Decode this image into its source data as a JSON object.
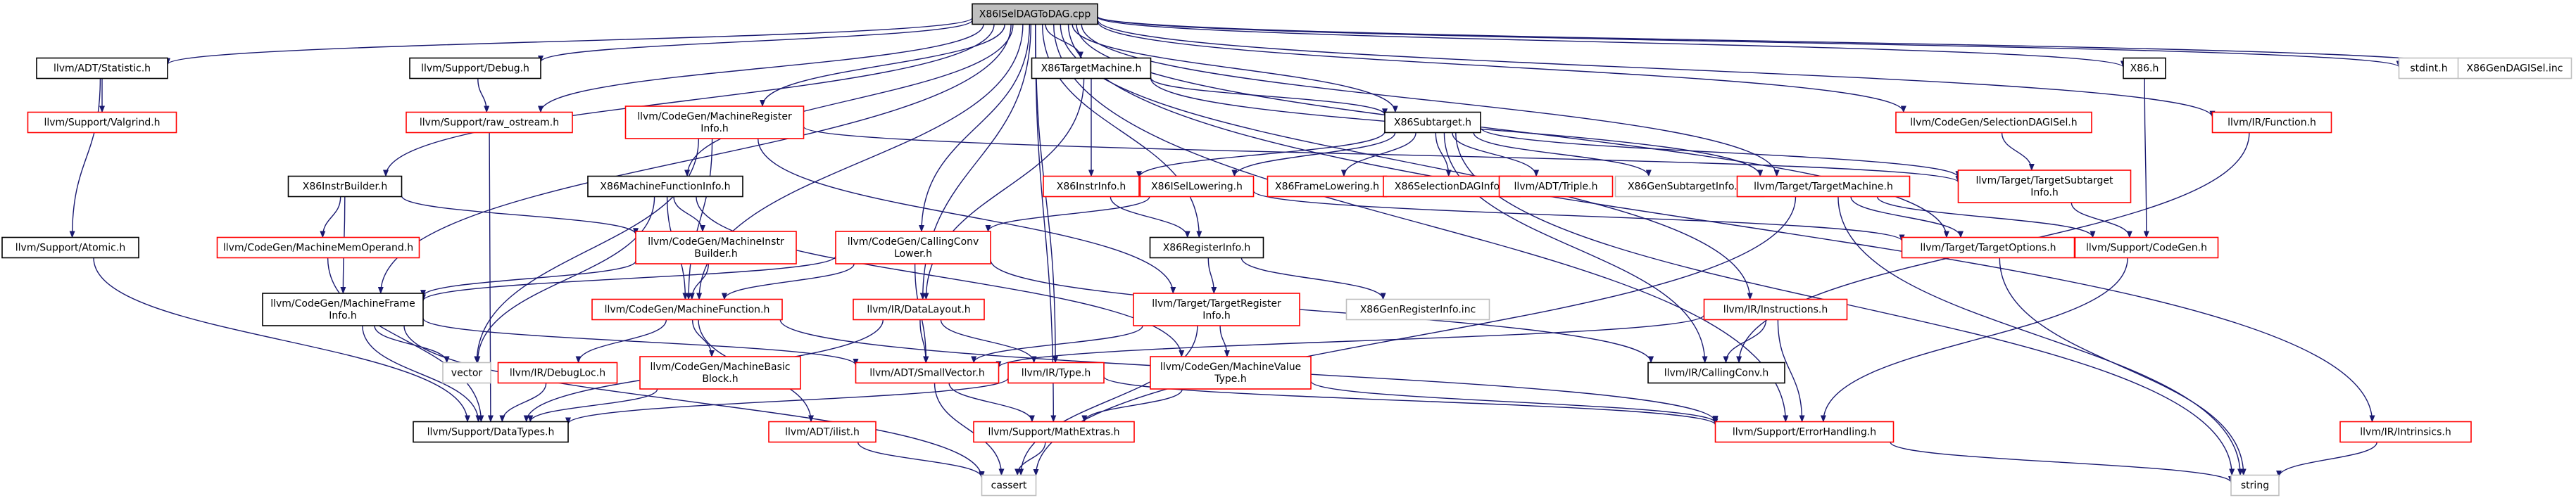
{
  "colors": {
    "root_fill": "#bfbfbf",
    "node_black": "#000000",
    "node_red": "#ff0000",
    "node_gray": "#bfbfbf",
    "edge": "#191970",
    "text": "#000000"
  },
  "nodes": [
    {
      "id": "n0",
      "lines": [
        "X86ISelDAGToDAG.cpp"
      ],
      "style": "root"
    },
    {
      "id": "n1",
      "lines": [
        "llvm/ADT/Statistic.h"
      ],
      "style": "black"
    },
    {
      "id": "n2",
      "lines": [
        "llvm/Support/Valgrind.h"
      ],
      "style": "red"
    },
    {
      "id": "n3",
      "lines": [
        "llvm/Support/Atomic.h"
      ],
      "style": "black"
    },
    {
      "id": "n4",
      "lines": [
        "llvm/Support/DataTypes.h"
      ],
      "style": "black"
    },
    {
      "id": "n5",
      "lines": [
        "llvm/Support/Debug.h"
      ],
      "style": "black"
    },
    {
      "id": "n6",
      "lines": [
        "llvm/Support/raw_ostream.h"
      ],
      "style": "red"
    },
    {
      "id": "n7",
      "lines": [
        "llvm/CodeGen/MachineRegister",
        "Info.h"
      ],
      "style": "red"
    },
    {
      "id": "n8",
      "lines": [
        "X86InstrBuilder.h"
      ],
      "style": "black"
    },
    {
      "id": "n9",
      "lines": [
        "llvm/CodeGen/MachineMemOperand.h"
      ],
      "style": "red"
    },
    {
      "id": "n10",
      "lines": [
        "X86MachineFunctionInfo.h"
      ],
      "style": "black"
    },
    {
      "id": "n11",
      "lines": [
        "llvm/CodeGen/MachineInstr",
        "Builder.h"
      ],
      "style": "red"
    },
    {
      "id": "n12",
      "lines": [
        "llvm/CodeGen/MachineFrame",
        "Info.h"
      ],
      "style": "black"
    },
    {
      "id": "n13",
      "lines": [
        "llvm/CodeGen/MachineFunction.h"
      ],
      "style": "red"
    },
    {
      "id": "n14",
      "lines": [
        "vector"
      ],
      "style": "gray"
    },
    {
      "id": "n15",
      "lines": [
        "llvm/IR/DebugLoc.h"
      ],
      "style": "red"
    },
    {
      "id": "n16",
      "lines": [
        "llvm/CodeGen/MachineBasic",
        "Block.h"
      ],
      "style": "red"
    },
    {
      "id": "n17",
      "lines": [
        "llvm/ADT/ilist.h"
      ],
      "style": "red"
    },
    {
      "id": "n18",
      "lines": [
        "cassert"
      ],
      "style": "gray"
    },
    {
      "id": "n19",
      "lines": [
        "X86TargetMachine.h"
      ],
      "style": "black"
    },
    {
      "id": "n20",
      "lines": [
        "X86Subtarget.h"
      ],
      "style": "black"
    },
    {
      "id": "n21",
      "lines": [
        "X86InstrInfo.h"
      ],
      "style": "red"
    },
    {
      "id": "n22",
      "lines": [
        "X86ISelLowering.h"
      ],
      "style": "red"
    },
    {
      "id": "n23",
      "lines": [
        "X86FrameLowering.h"
      ],
      "style": "red"
    },
    {
      "id": "n24",
      "lines": [
        "X86SelectionDAGInfo.h"
      ],
      "style": "red"
    },
    {
      "id": "n25",
      "lines": [
        "llvm/ADT/Triple.h"
      ],
      "style": "red"
    },
    {
      "id": "n26",
      "lines": [
        "X86GenSubtargetInfo.inc"
      ],
      "style": "gray"
    },
    {
      "id": "n27",
      "lines": [
        "llvm/CodeGen/CallingConv",
        "Lower.h"
      ],
      "style": "red"
    },
    {
      "id": "n28",
      "lines": [
        "X86RegisterInfo.h"
      ],
      "style": "black"
    },
    {
      "id": "n29",
      "lines": [
        "X86GenRegisterInfo.inc"
      ],
      "style": "gray"
    },
    {
      "id": "n30",
      "lines": [
        "llvm/Target/TargetRegister",
        "Info.h"
      ],
      "style": "red"
    },
    {
      "id": "n31",
      "lines": [
        "llvm/IR/DataLayout.h"
      ],
      "style": "red"
    },
    {
      "id": "n32",
      "lines": [
        "llvm/ADT/SmallVector.h"
      ],
      "style": "red"
    },
    {
      "id": "n33",
      "lines": [
        "llvm/IR/Type.h"
      ],
      "style": "red"
    },
    {
      "id": "n34",
      "lines": [
        "llvm/CodeGen/MachineValue",
        "Type.h"
      ],
      "style": "red"
    },
    {
      "id": "n35",
      "lines": [
        "llvm/Support/MathExtras.h"
      ],
      "style": "red"
    },
    {
      "id": "n36",
      "lines": [
        "llvm/Target/TargetMachine.h"
      ],
      "style": "red"
    },
    {
      "id": "n37",
      "lines": [
        "llvm/Target/TargetSubtarget",
        "Info.h"
      ],
      "style": "red"
    },
    {
      "id": "n38",
      "lines": [
        "llvm/Target/TargetOptions.h"
      ],
      "style": "red"
    },
    {
      "id": "n39",
      "lines": [
        "llvm/Support/CodeGen.h"
      ],
      "style": "red"
    },
    {
      "id": "n40",
      "lines": [
        "llvm/CodeGen/SelectionDAGISel.h"
      ],
      "style": "red"
    },
    {
      "id": "n41",
      "lines": [
        "X86.h"
      ],
      "style": "black"
    },
    {
      "id": "n42",
      "lines": [
        "llvm/IR/Function.h"
      ],
      "style": "red"
    },
    {
      "id": "n43",
      "lines": [
        "llvm/IR/Instructions.h"
      ],
      "style": "red"
    },
    {
      "id": "n44",
      "lines": [
        "llvm/IR/CallingConv.h"
      ],
      "style": "black"
    },
    {
      "id": "n45",
      "lines": [
        "llvm/Support/ErrorHandling.h"
      ],
      "style": "red"
    },
    {
      "id": "n46",
      "lines": [
        "llvm/IR/Intrinsics.h"
      ],
      "style": "red"
    },
    {
      "id": "n47",
      "lines": [
        "string"
      ],
      "style": "gray"
    },
    {
      "id": "n48",
      "lines": [
        "stdint.h"
      ],
      "style": "gray"
    },
    {
      "id": "n49",
      "lines": [
        "X86GenDAGISel.inc"
      ],
      "style": "gray"
    }
  ],
  "edges": [
    [
      "n0",
      "n1"
    ],
    [
      "n0",
      "n5"
    ],
    [
      "n0",
      "n6"
    ],
    [
      "n0",
      "n7"
    ],
    [
      "n0",
      "n8"
    ],
    [
      "n0",
      "n10"
    ],
    [
      "n0",
      "n12"
    ],
    [
      "n0",
      "n13"
    ],
    [
      "n0",
      "n19"
    ],
    [
      "n0",
      "n20"
    ],
    [
      "n0",
      "n27"
    ],
    [
      "n0",
      "n28"
    ],
    [
      "n0",
      "n31"
    ],
    [
      "n0",
      "n33"
    ],
    [
      "n0",
      "n35"
    ],
    [
      "n0",
      "n36"
    ],
    [
      "n0",
      "n38"
    ],
    [
      "n0",
      "n40"
    ],
    [
      "n0",
      "n41"
    ],
    [
      "n0",
      "n42"
    ],
    [
      "n0",
      "n43"
    ],
    [
      "n0",
      "n45"
    ],
    [
      "n0",
      "n46"
    ],
    [
      "n0",
      "n48"
    ],
    [
      "n0",
      "n49"
    ],
    [
      "n1",
      "n2"
    ],
    [
      "n1",
      "n3"
    ],
    [
      "n3",
      "n4"
    ],
    [
      "n5",
      "n6"
    ],
    [
      "n6",
      "n4"
    ],
    [
      "n7",
      "n13"
    ],
    [
      "n7",
      "n14"
    ],
    [
      "n7",
      "n30"
    ],
    [
      "n7",
      "n37"
    ],
    [
      "n8",
      "n9"
    ],
    [
      "n8",
      "n11"
    ],
    [
      "n8",
      "n12"
    ],
    [
      "n9",
      "n4"
    ],
    [
      "n10",
      "n13"
    ],
    [
      "n10",
      "n14"
    ],
    [
      "n10",
      "n34"
    ],
    [
      "n10",
      "n11"
    ],
    [
      "n11",
      "n13"
    ],
    [
      "n11",
      "n12"
    ],
    [
      "n12",
      "n4"
    ],
    [
      "n12",
      "n14"
    ],
    [
      "n12",
      "n18"
    ],
    [
      "n12",
      "n32"
    ],
    [
      "n13",
      "n15"
    ],
    [
      "n13",
      "n16"
    ],
    [
      "n13",
      "n17"
    ],
    [
      "n13",
      "n45"
    ],
    [
      "n15",
      "n4"
    ],
    [
      "n16",
      "n4"
    ],
    [
      "n17",
      "n18"
    ],
    [
      "n19",
      "n20"
    ],
    [
      "n19",
      "n21"
    ],
    [
      "n19",
      "n36"
    ],
    [
      "n19",
      "n31"
    ],
    [
      "n20",
      "n21"
    ],
    [
      "n20",
      "n22"
    ],
    [
      "n20",
      "n23"
    ],
    [
      "n20",
      "n24"
    ],
    [
      "n20",
      "n25"
    ],
    [
      "n20",
      "n26"
    ],
    [
      "n20",
      "n37"
    ],
    [
      "n20",
      "n47"
    ],
    [
      "n20",
      "n44"
    ],
    [
      "n21",
      "n28"
    ],
    [
      "n22",
      "n27"
    ],
    [
      "n22",
      "n38"
    ],
    [
      "n27",
      "n12"
    ],
    [
      "n27",
      "n13"
    ],
    [
      "n27",
      "n32"
    ],
    [
      "n27",
      "n44"
    ],
    [
      "n28",
      "n29"
    ],
    [
      "n28",
      "n30"
    ],
    [
      "n30",
      "n34"
    ],
    [
      "n30",
      "n18"
    ],
    [
      "n30",
      "n32"
    ],
    [
      "n31",
      "n32"
    ],
    [
      "n31",
      "n33"
    ],
    [
      "n31",
      "n4"
    ],
    [
      "n32",
      "n35"
    ],
    [
      "n32",
      "n18"
    ],
    [
      "n33",
      "n4"
    ],
    [
      "n33",
      "n45"
    ],
    [
      "n34",
      "n35"
    ],
    [
      "n34",
      "n45"
    ],
    [
      "n35",
      "n18"
    ],
    [
      "n36",
      "n38"
    ],
    [
      "n36",
      "n39"
    ],
    [
      "n36",
      "n47"
    ],
    [
      "n36",
      "n18"
    ],
    [
      "n37",
      "n39"
    ],
    [
      "n39",
      "n45"
    ],
    [
      "n40",
      "n37"
    ],
    [
      "n41",
      "n39"
    ],
    [
      "n42",
      "n44"
    ],
    [
      "n43",
      "n44"
    ],
    [
      "n43",
      "n45"
    ],
    [
      "n43",
      "n32"
    ],
    [
      "n45",
      "n47"
    ],
    [
      "n46",
      "n47"
    ],
    [
      "n38",
      "n47"
    ]
  ]
}
